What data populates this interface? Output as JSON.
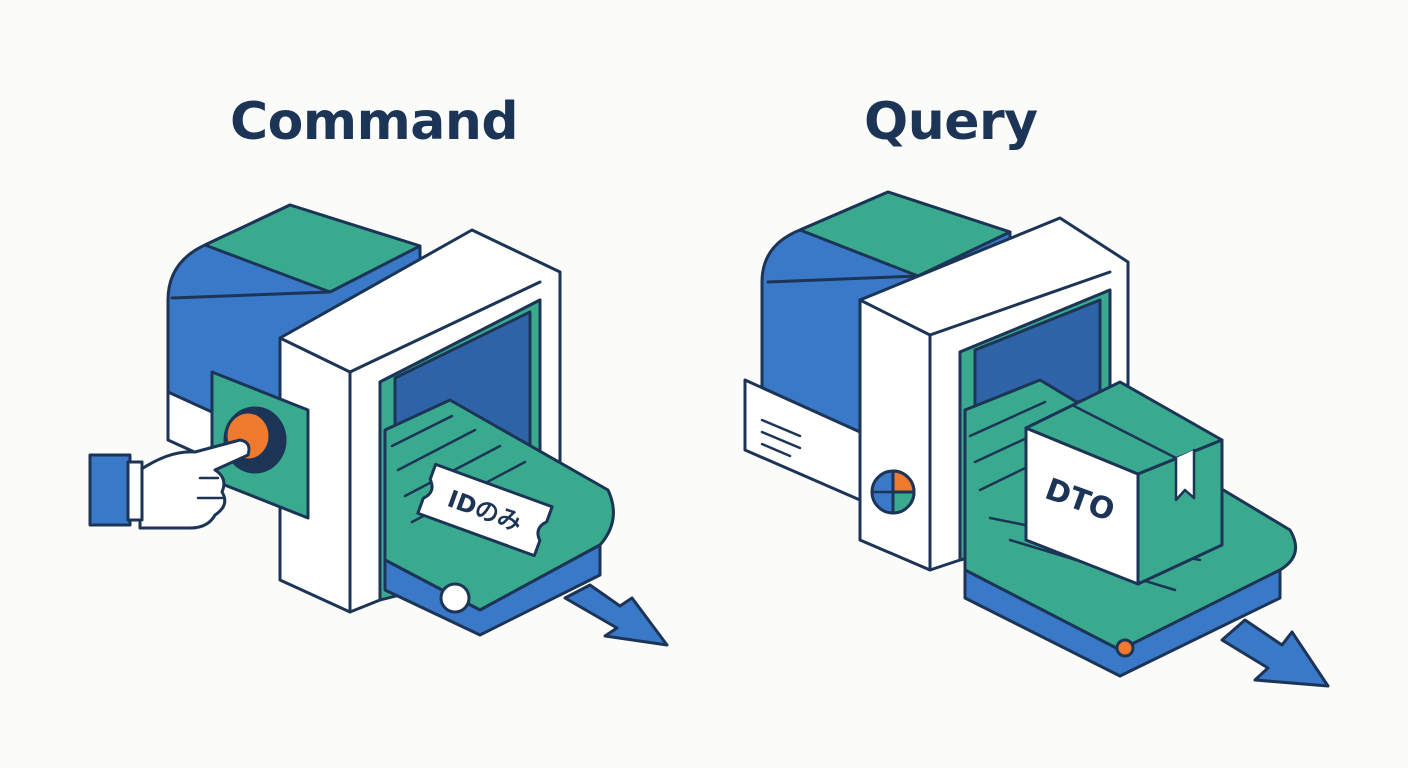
{
  "panels": {
    "command": {
      "title": "Command",
      "ticket_label": "IDのみ"
    },
    "query": {
      "title": "Query",
      "box_label": "DTO"
    }
  },
  "colors": {
    "outline": "#1c3557",
    "blue": "#3a78c8",
    "teal": "#3aaa8e",
    "orange": "#ef7a2e",
    "white": "#ffffff",
    "background": "#fbfbf9"
  },
  "icons": {
    "button": "push-button-icon",
    "hand": "pointing-hand-icon",
    "pie": "pie-chart-icon",
    "arrow": "output-arrow-icon"
  }
}
